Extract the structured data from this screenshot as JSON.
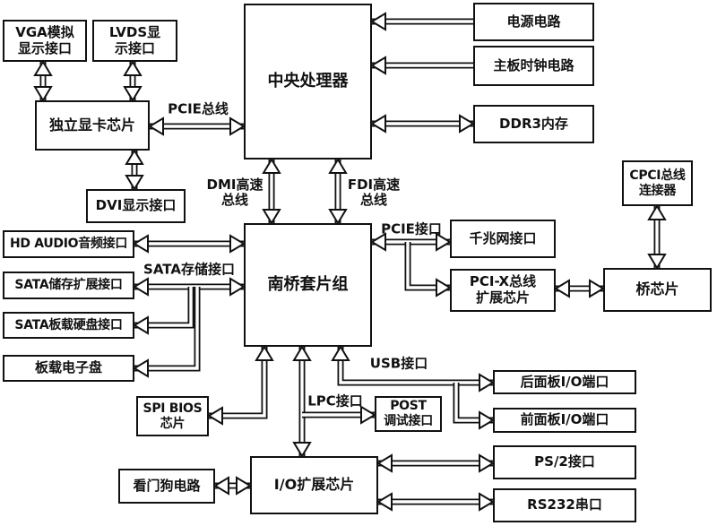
{
  "diagram": {
    "title": "motherboard-architecture-block-diagram",
    "background_color": "#ffffff",
    "line_color": "#111111",
    "nodes": {
      "vga": {
        "label": "VGA模拟\n显示接口"
      },
      "lvds": {
        "label": "LVDS显\n示接口"
      },
      "gpu": {
        "label": "独立显卡芯片"
      },
      "cpu": {
        "label": "中央处理器"
      },
      "power": {
        "label": "电源电路"
      },
      "clock": {
        "label": "主板时钟电路"
      },
      "ddr3": {
        "label": "DDR3内存"
      },
      "cpci": {
        "label": "CPCI总线\n连接器"
      },
      "dvi": {
        "label": "DVI显示接口"
      },
      "hdaudio": {
        "label": "HD AUDIO音频接口"
      },
      "sata_exp": {
        "label": "SATA储存扩展接口"
      },
      "sata_hdd": {
        "label": "SATA板载硬盘接口"
      },
      "edisk": {
        "label": "板载电子盘"
      },
      "southbridge": {
        "label": "南桥套片组"
      },
      "eth": {
        "label": "千兆网接口"
      },
      "pcix": {
        "label": "PCI-X总线\n扩展芯片"
      },
      "bridge": {
        "label": "桥芯片"
      },
      "spi": {
        "label": "SPI BIOS\n芯片"
      },
      "post": {
        "label": "POST\n调试接口"
      },
      "rear_io": {
        "label": "后面板I/O端口"
      },
      "front_io": {
        "label": "前面板I/O端口"
      },
      "ps2": {
        "label": "PS/2接口"
      },
      "rs232": {
        "label": "RS232串口"
      },
      "watchdog": {
        "label": "看门狗电路"
      },
      "io_exp": {
        "label": "I/O扩展芯片"
      }
    },
    "bus_labels": {
      "pcie_bus": "PCIE总线",
      "dmi": "DMI高速\n总线",
      "fdi": "FDI高速\n总线",
      "pcie_if": "PCIE接口",
      "sata_if": "SATA存储接口",
      "usb_if": "USB接口",
      "lpc_if": "LPC接口"
    }
  }
}
